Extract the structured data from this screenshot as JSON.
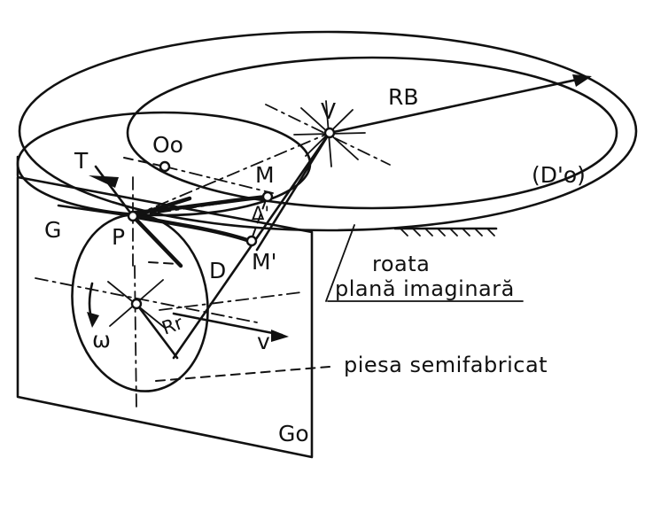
{
  "labels": {
    "T": "T",
    "O0": "Oo",
    "V": "V",
    "RB": "RB",
    "M": "M",
    "delta": "Δ'",
    "G": "G",
    "P": "P",
    "D": "D",
    "Mprime": "M'",
    "omega": "ω",
    "Rr": "Rr",
    "v": "v",
    "D0prime": "(D'o)",
    "G0": "Go"
  },
  "annotations": {
    "roata_line1": "roata",
    "roata_line2": "plană imaginară",
    "piesa": "piesa semifabricat"
  },
  "colors": {
    "ink": "#111111",
    "paper": "#ffffff"
  }
}
